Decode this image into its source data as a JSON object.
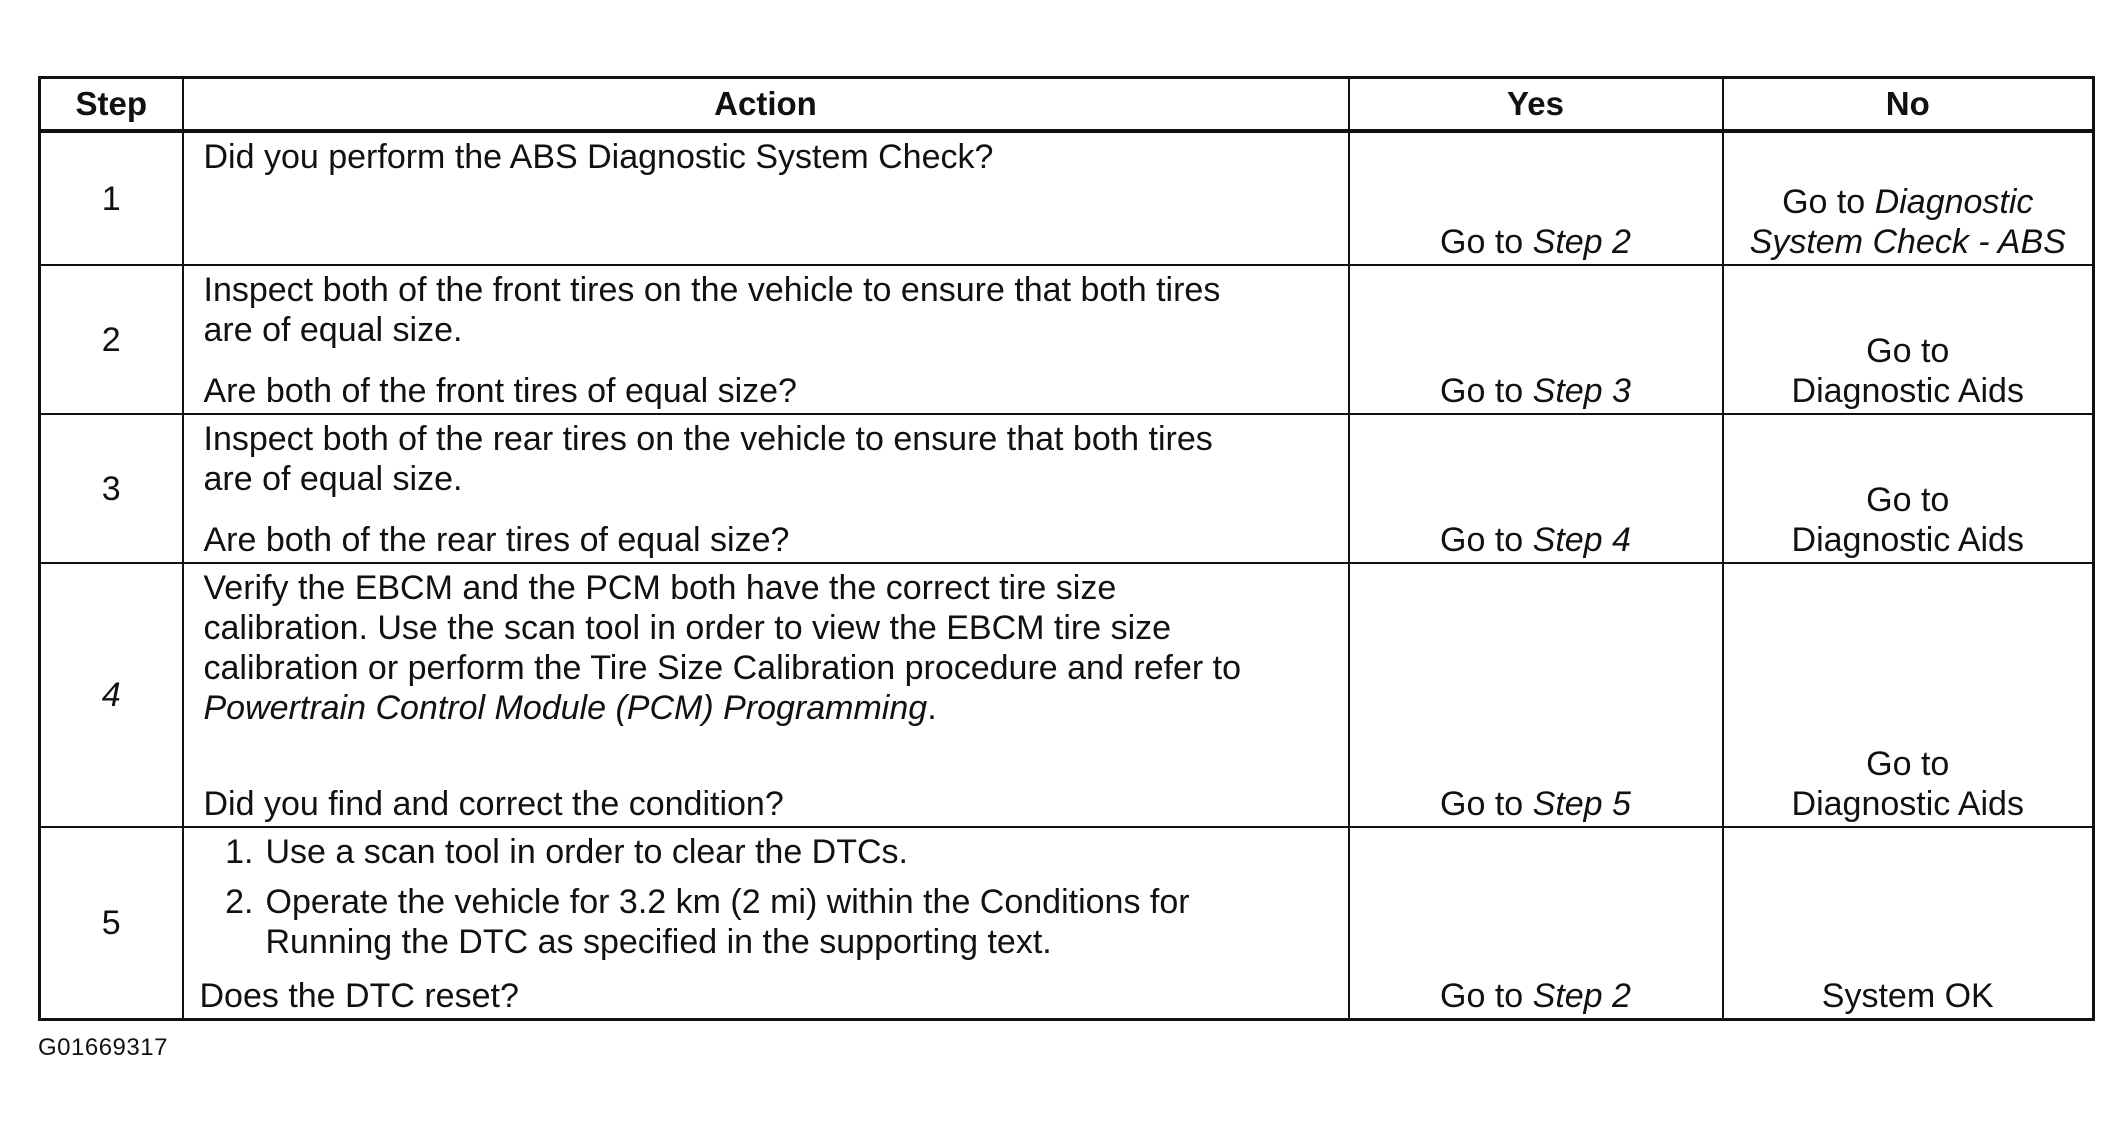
{
  "table": {
    "headers": {
      "step": "Step",
      "action": "Action",
      "yes": "Yes",
      "no": "No"
    },
    "rows": [
      {
        "step": "1",
        "action": {
          "question": "Did you perform the ABS Diagnostic System Check?"
        },
        "yes": {
          "prefix": "Go to ",
          "ref": "Step 2"
        },
        "no": {
          "prefix": "Go to ",
          "ref_line1": "Diagnostic",
          "ref_line2": "System Check - ABS"
        }
      },
      {
        "step": "2",
        "action": {
          "instruction_line1": "Inspect both of the front tires on the vehicle to ensure that both tires",
          "instruction_line2": "are of equal size.",
          "question": "Are both of the front tires of equal size?"
        },
        "yes": {
          "prefix": "Go to ",
          "ref": "Step 3"
        },
        "no": {
          "line1": "Go to",
          "line2": "Diagnostic Aids"
        }
      },
      {
        "step": "3",
        "action": {
          "instruction_line1": "Inspect both of the rear tires on the vehicle to ensure that both tires",
          "instruction_line2": "are of equal size.",
          "question": "Are both of the rear tires of equal size?"
        },
        "yes": {
          "prefix": "Go to ",
          "ref": "Step 4"
        },
        "no": {
          "line1": "Go to",
          "line2": "Diagnostic Aids"
        }
      },
      {
        "step": "4",
        "action": {
          "instruction_line1": "Verify the EBCM and the PCM both have the correct tire size",
          "instruction_line2": "calibration. Use the scan tool in order to view the EBCM tire size",
          "instruction_line3": "calibration or perform the Tire Size Calibration procedure and refer to",
          "instruction_ref": "Powertrain Control Module (PCM) Programming",
          "instruction_end": ".",
          "question": "Did you find and correct the condition?"
        },
        "yes": {
          "prefix": "Go to ",
          "ref": "Step 5"
        },
        "no": {
          "line1": "Go to",
          "line2": "Diagnostic Aids"
        }
      },
      {
        "step": "5",
        "action": {
          "items": [
            {
              "num": "1.",
              "line1": "Use a scan tool in order to clear the DTCs."
            },
            {
              "num": "2.",
              "line1": "Operate the vehicle for 3.2 km (2 mi) within the Conditions for",
              "line2": "Running the DTC as specified in the supporting text."
            }
          ],
          "question": "Does the DTC reset?"
        },
        "yes": {
          "prefix": "Go to ",
          "ref": "Step 2"
        },
        "no": {
          "text": "System OK"
        }
      }
    ]
  },
  "figure_id": "G01669317"
}
